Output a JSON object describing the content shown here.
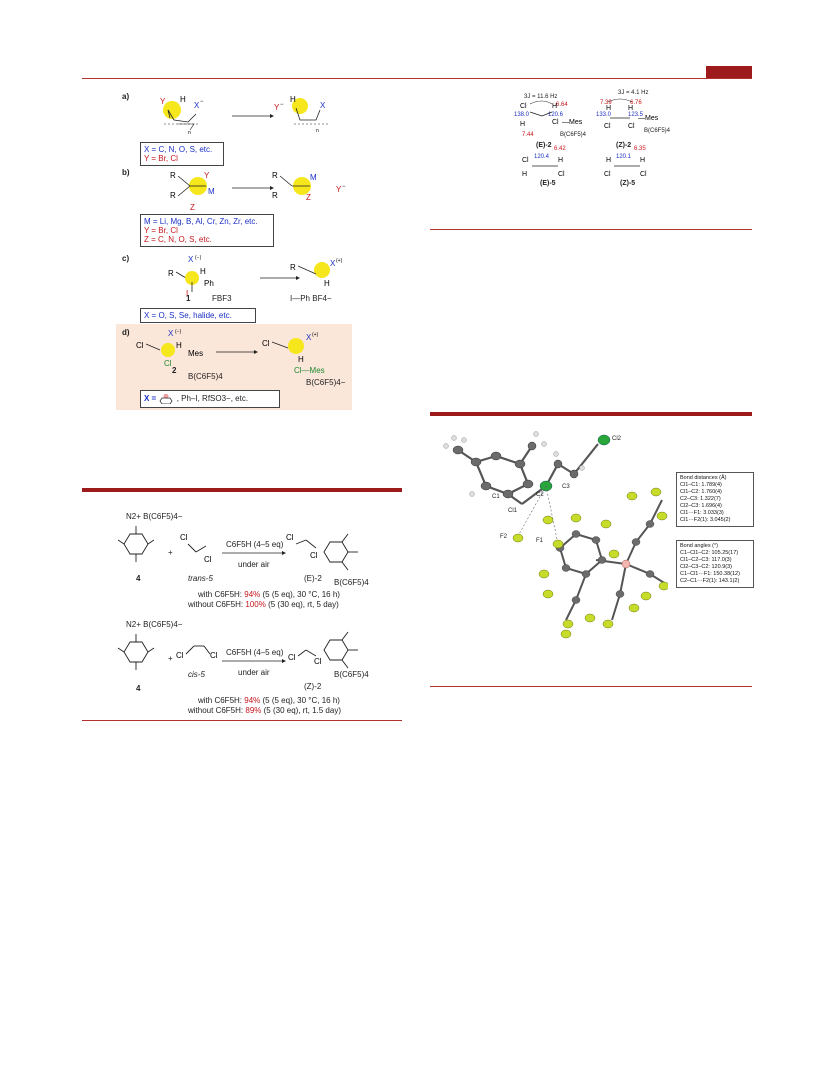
{
  "fig1": {
    "panel_a": "a)",
    "panel_b": "b)",
    "panel_c": "c)",
    "panel_d": "d)",
    "a_box_x": "X = C, N, O, S, etc.",
    "a_box_y": "Y = Br, Cl",
    "b_box_m": "M = Li, Mg, B, Al, Cr, Zn, Zr, etc.",
    "b_box_y": "Y = Br, Cl",
    "b_box_z": "Z = C, N, O, S, etc.",
    "c_box": "X = O, S, Se, halide, etc.",
    "d_box_x": "X =",
    "d_box_rest": ", Ph–I, RfSO3−, etc.",
    "c_compound": "1",
    "d_compound": "2",
    "c_fbf3": "FBF3",
    "c_product_counter": "I—Ph   BF4−",
    "d_reagent_anion": "B(C6F5)4",
    "d_product_mes": "Cl—Mes",
    "d_product_anion": "B(C6F5)4−"
  },
  "fig2": {
    "e2_label": "(E)-2",
    "z2_label": "(Z)-2",
    "e5_label": "(E)-5",
    "z5_label": "(Z)-5",
    "e2_j": "3J = 11.6 Hz",
    "z2_j": "3J = 4.1 Hz",
    "e2_shift_top": "6.64",
    "e2_shift_bottom": "7.44",
    "e2_c1": "138.0",
    "e2_c2": "120.6",
    "z2_shift_left": "7.39",
    "z2_shift_right": "6.76",
    "z2_c1": "133.0",
    "z2_c2": "123.5",
    "e5_shift": "6.42",
    "e5_c": "120.4",
    "z5_shift": "6.35",
    "z5_c": "120.1",
    "anion": "B(C6F5)4"
  },
  "scheme": {
    "reagent_4": "4",
    "diazonium": "N2+ B(C6F5)4−",
    "trans5": "trans-5",
    "cis5": "cis-5",
    "conditions": "C6F5H (4–5 eq)",
    "under_air": "under air",
    "product_e": "(E)-2",
    "product_z": "(Z)-2",
    "anion": "B(C6F5)4",
    "e_with_label": "with C6F5H:",
    "e_with_yield": "94%",
    "e_with_cond": "(5 (5 eq), 30 °C, 16 h)",
    "e_without_label": "without C6F5H:",
    "e_without_yield": "100%",
    "e_without_cond": "(5 (30 eq), rt, 5 day)",
    "z_with_label": "with C6F5H:",
    "z_with_yield": "94%",
    "z_with_cond": "(5 (5 eq), 30 °C, 16 h)",
    "z_without_label": "without C6F5H:",
    "z_without_yield": "89%",
    "z_without_cond": "(5 (30 eq), rt, 1.5 day)"
  },
  "crystal": {
    "atom_cl2": "Cl2",
    "atom_c3": "C3",
    "atom_c2": "C2",
    "atom_c1": "C1",
    "atom_cl1": "Cl1",
    "atom_f1": "F1",
    "atom_f2": "F2",
    "distances_title": "Bond distances (Å)",
    "distances": [
      "Cl1–C1: 1.789(4)",
      "Cl1–C2: 1.760(4)",
      "C2–C3: 1.322(7)",
      "Cl2–C3: 1.696(4)",
      "Cl1···F1: 3.033(3)",
      "Cl1···F2(1): 3.045(2)"
    ],
    "angles_title": "Bond angles (°)",
    "angles": [
      "C1–Cl1–C2: 105.25(17)",
      "Cl1–C2–C3: 117.0(3)",
      "Cl2–C3–C2: 120.9(3)",
      "C1–Cl1···F1: 150.38(12)",
      "C2–C1···F2(1): 143.1(2)"
    ]
  },
  "colors": {
    "accent": "#9e1b1d",
    "blue": "#1b2fc5",
    "red": "#c6161c",
    "green": "#1c8a2c",
    "highlight": "#f5e71c",
    "panel_bg": "#fbe6da"
  }
}
